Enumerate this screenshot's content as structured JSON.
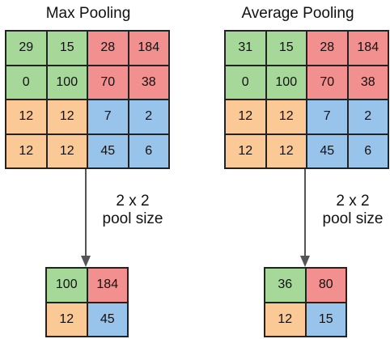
{
  "colors": {
    "green": "#a6d89a",
    "red": "#f28f8f",
    "orange": "#fbc996",
    "blue": "#98c3ea",
    "line": "#555555"
  },
  "max_pooling": {
    "title": "Max Pooling",
    "input": [
      [
        {
          "v": "29",
          "c": "green"
        },
        {
          "v": "15",
          "c": "green"
        },
        {
          "v": "28",
          "c": "red"
        },
        {
          "v": "184",
          "c": "red"
        }
      ],
      [
        {
          "v": "0",
          "c": "green"
        },
        {
          "v": "100",
          "c": "green"
        },
        {
          "v": "70",
          "c": "red"
        },
        {
          "v": "38",
          "c": "red"
        }
      ],
      [
        {
          "v": "12",
          "c": "orange"
        },
        {
          "v": "12",
          "c": "orange"
        },
        {
          "v": "7",
          "c": "blue"
        },
        {
          "v": "2",
          "c": "blue"
        }
      ],
      [
        {
          "v": "12",
          "c": "orange"
        },
        {
          "v": "12",
          "c": "orange"
        },
        {
          "v": "45",
          "c": "blue"
        },
        {
          "v": "6",
          "c": "blue"
        }
      ]
    ],
    "output": [
      [
        {
          "v": "100",
          "c": "green"
        },
        {
          "v": "184",
          "c": "red"
        }
      ],
      [
        {
          "v": "12",
          "c": "orange"
        },
        {
          "v": "45",
          "c": "blue"
        }
      ]
    ],
    "pool_label_line1": "2 x 2",
    "pool_label_line2": "pool size"
  },
  "average_pooling": {
    "title": "Average Pooling",
    "input": [
      [
        {
          "v": "31",
          "c": "green"
        },
        {
          "v": "15",
          "c": "green"
        },
        {
          "v": "28",
          "c": "red"
        },
        {
          "v": "184",
          "c": "red"
        }
      ],
      [
        {
          "v": "0",
          "c": "green"
        },
        {
          "v": "100",
          "c": "green"
        },
        {
          "v": "70",
          "c": "red"
        },
        {
          "v": "38",
          "c": "red"
        }
      ],
      [
        {
          "v": "12",
          "c": "orange"
        },
        {
          "v": "12",
          "c": "orange"
        },
        {
          "v": "7",
          "c": "blue"
        },
        {
          "v": "2",
          "c": "blue"
        }
      ],
      [
        {
          "v": "12",
          "c": "orange"
        },
        {
          "v": "12",
          "c": "orange"
        },
        {
          "v": "45",
          "c": "blue"
        },
        {
          "v": "6",
          "c": "blue"
        }
      ]
    ],
    "output": [
      [
        {
          "v": "36",
          "c": "green"
        },
        {
          "v": "80",
          "c": "red"
        }
      ],
      [
        {
          "v": "12",
          "c": "orange"
        },
        {
          "v": "15",
          "c": "blue"
        }
      ]
    ],
    "pool_label_line1": "2 x 2",
    "pool_label_line2": "pool size"
  }
}
